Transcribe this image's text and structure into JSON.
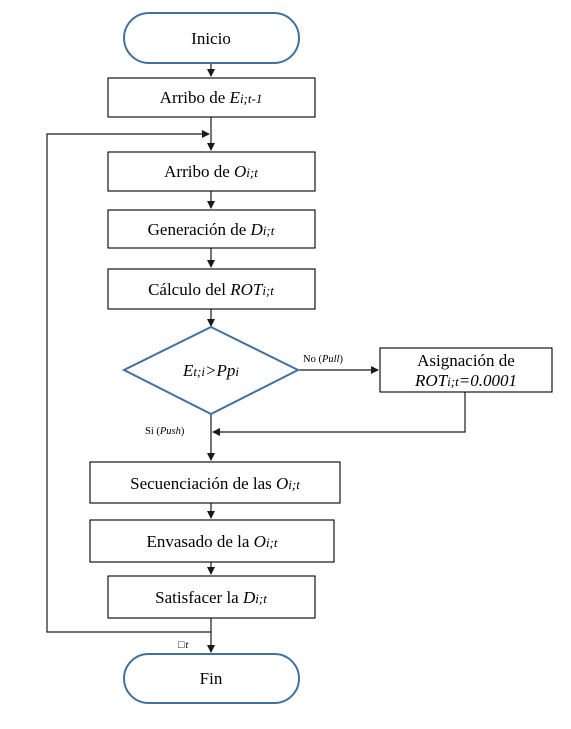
{
  "nodes": {
    "start": {
      "text": "Inicio"
    },
    "arrival_e": {
      "prefix": "Arribo de ",
      "var": "E",
      "sub": "i;t-1"
    },
    "arrival_o": {
      "prefix": "Arribo de ",
      "var": "O",
      "sub": "i;t"
    },
    "generation": {
      "prefix": "Generación de ",
      "var": "D",
      "sub": "i;t"
    },
    "calculation": {
      "prefix": "Cálculo del ",
      "var": "ROT",
      "sub": "i;t"
    },
    "decision": {
      "var1": "E",
      "sub1": "t;i",
      "mid": ">",
      "var2": "Pp",
      "sub2": "i"
    },
    "assignment": {
      "line1": "Asignación de",
      "var": "ROT",
      "sub": "i;t",
      "rest": "=0.0001"
    },
    "sequencing": {
      "prefix": "Secuenciación de las ",
      "var": "O",
      "sub": "i;t"
    },
    "packaging": {
      "prefix": "Envasado de la ",
      "var": "O",
      "sub": "i;t"
    },
    "satisfy": {
      "prefix": "Satisfacer la ",
      "var": "D",
      "sub": "i;t"
    },
    "end": {
      "text": "Fin"
    }
  },
  "labels": {
    "no_prefix": "No (",
    "no_word": "Pull",
    "no_suffix": ")",
    "yes_prefix": "Si (",
    "yes_word": "Push",
    "yes_suffix": ")",
    "loop_symbol": "□",
    "loop_var": "t"
  },
  "colors": {
    "terminal_stroke": "#41719c",
    "decision_stroke": "#41719c",
    "line": "#1a1a1a"
  }
}
